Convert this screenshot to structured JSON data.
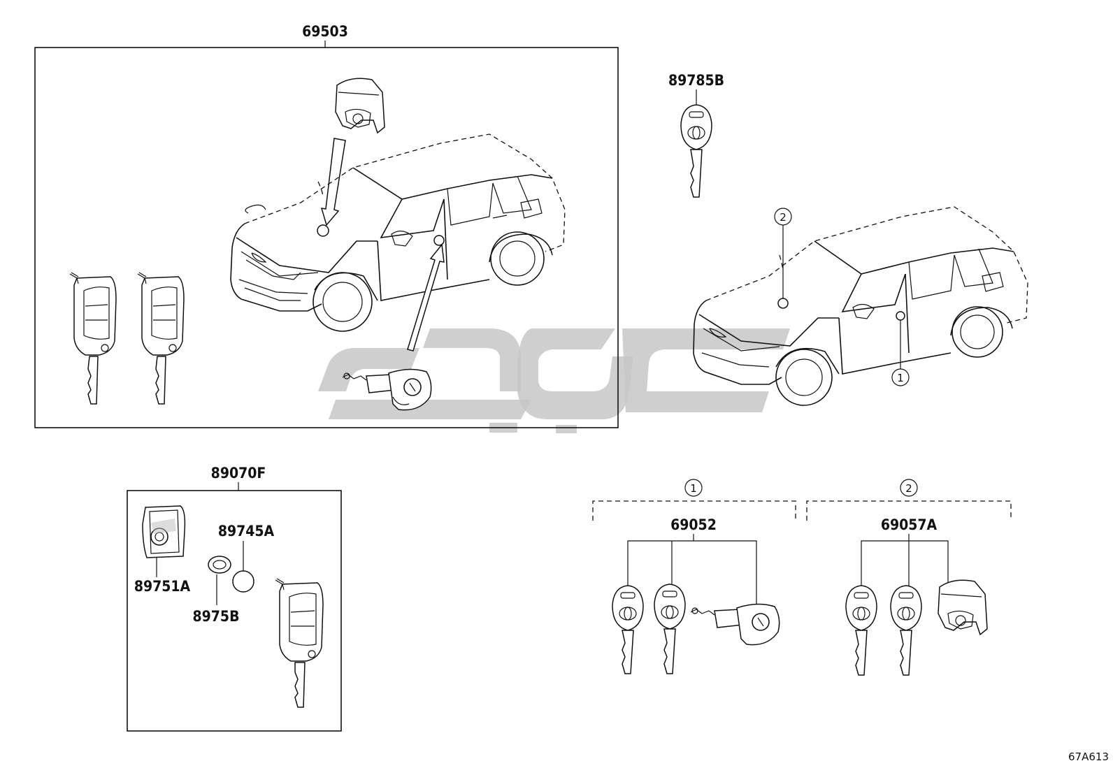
{
  "diagram_id": "67A613",
  "parts": {
    "assembly_main": "69503",
    "master_key": "89785B",
    "transmitter_kit": "89070F",
    "battery": "89745A",
    "cover": "89751A",
    "seal": "8975B",
    "key_set_1": "69052",
    "key_set_2": "69057A"
  },
  "callouts": {
    "one": "1",
    "two": "2"
  },
  "colors": {
    "line": "#111111",
    "watermark": "#c7c7c7"
  }
}
